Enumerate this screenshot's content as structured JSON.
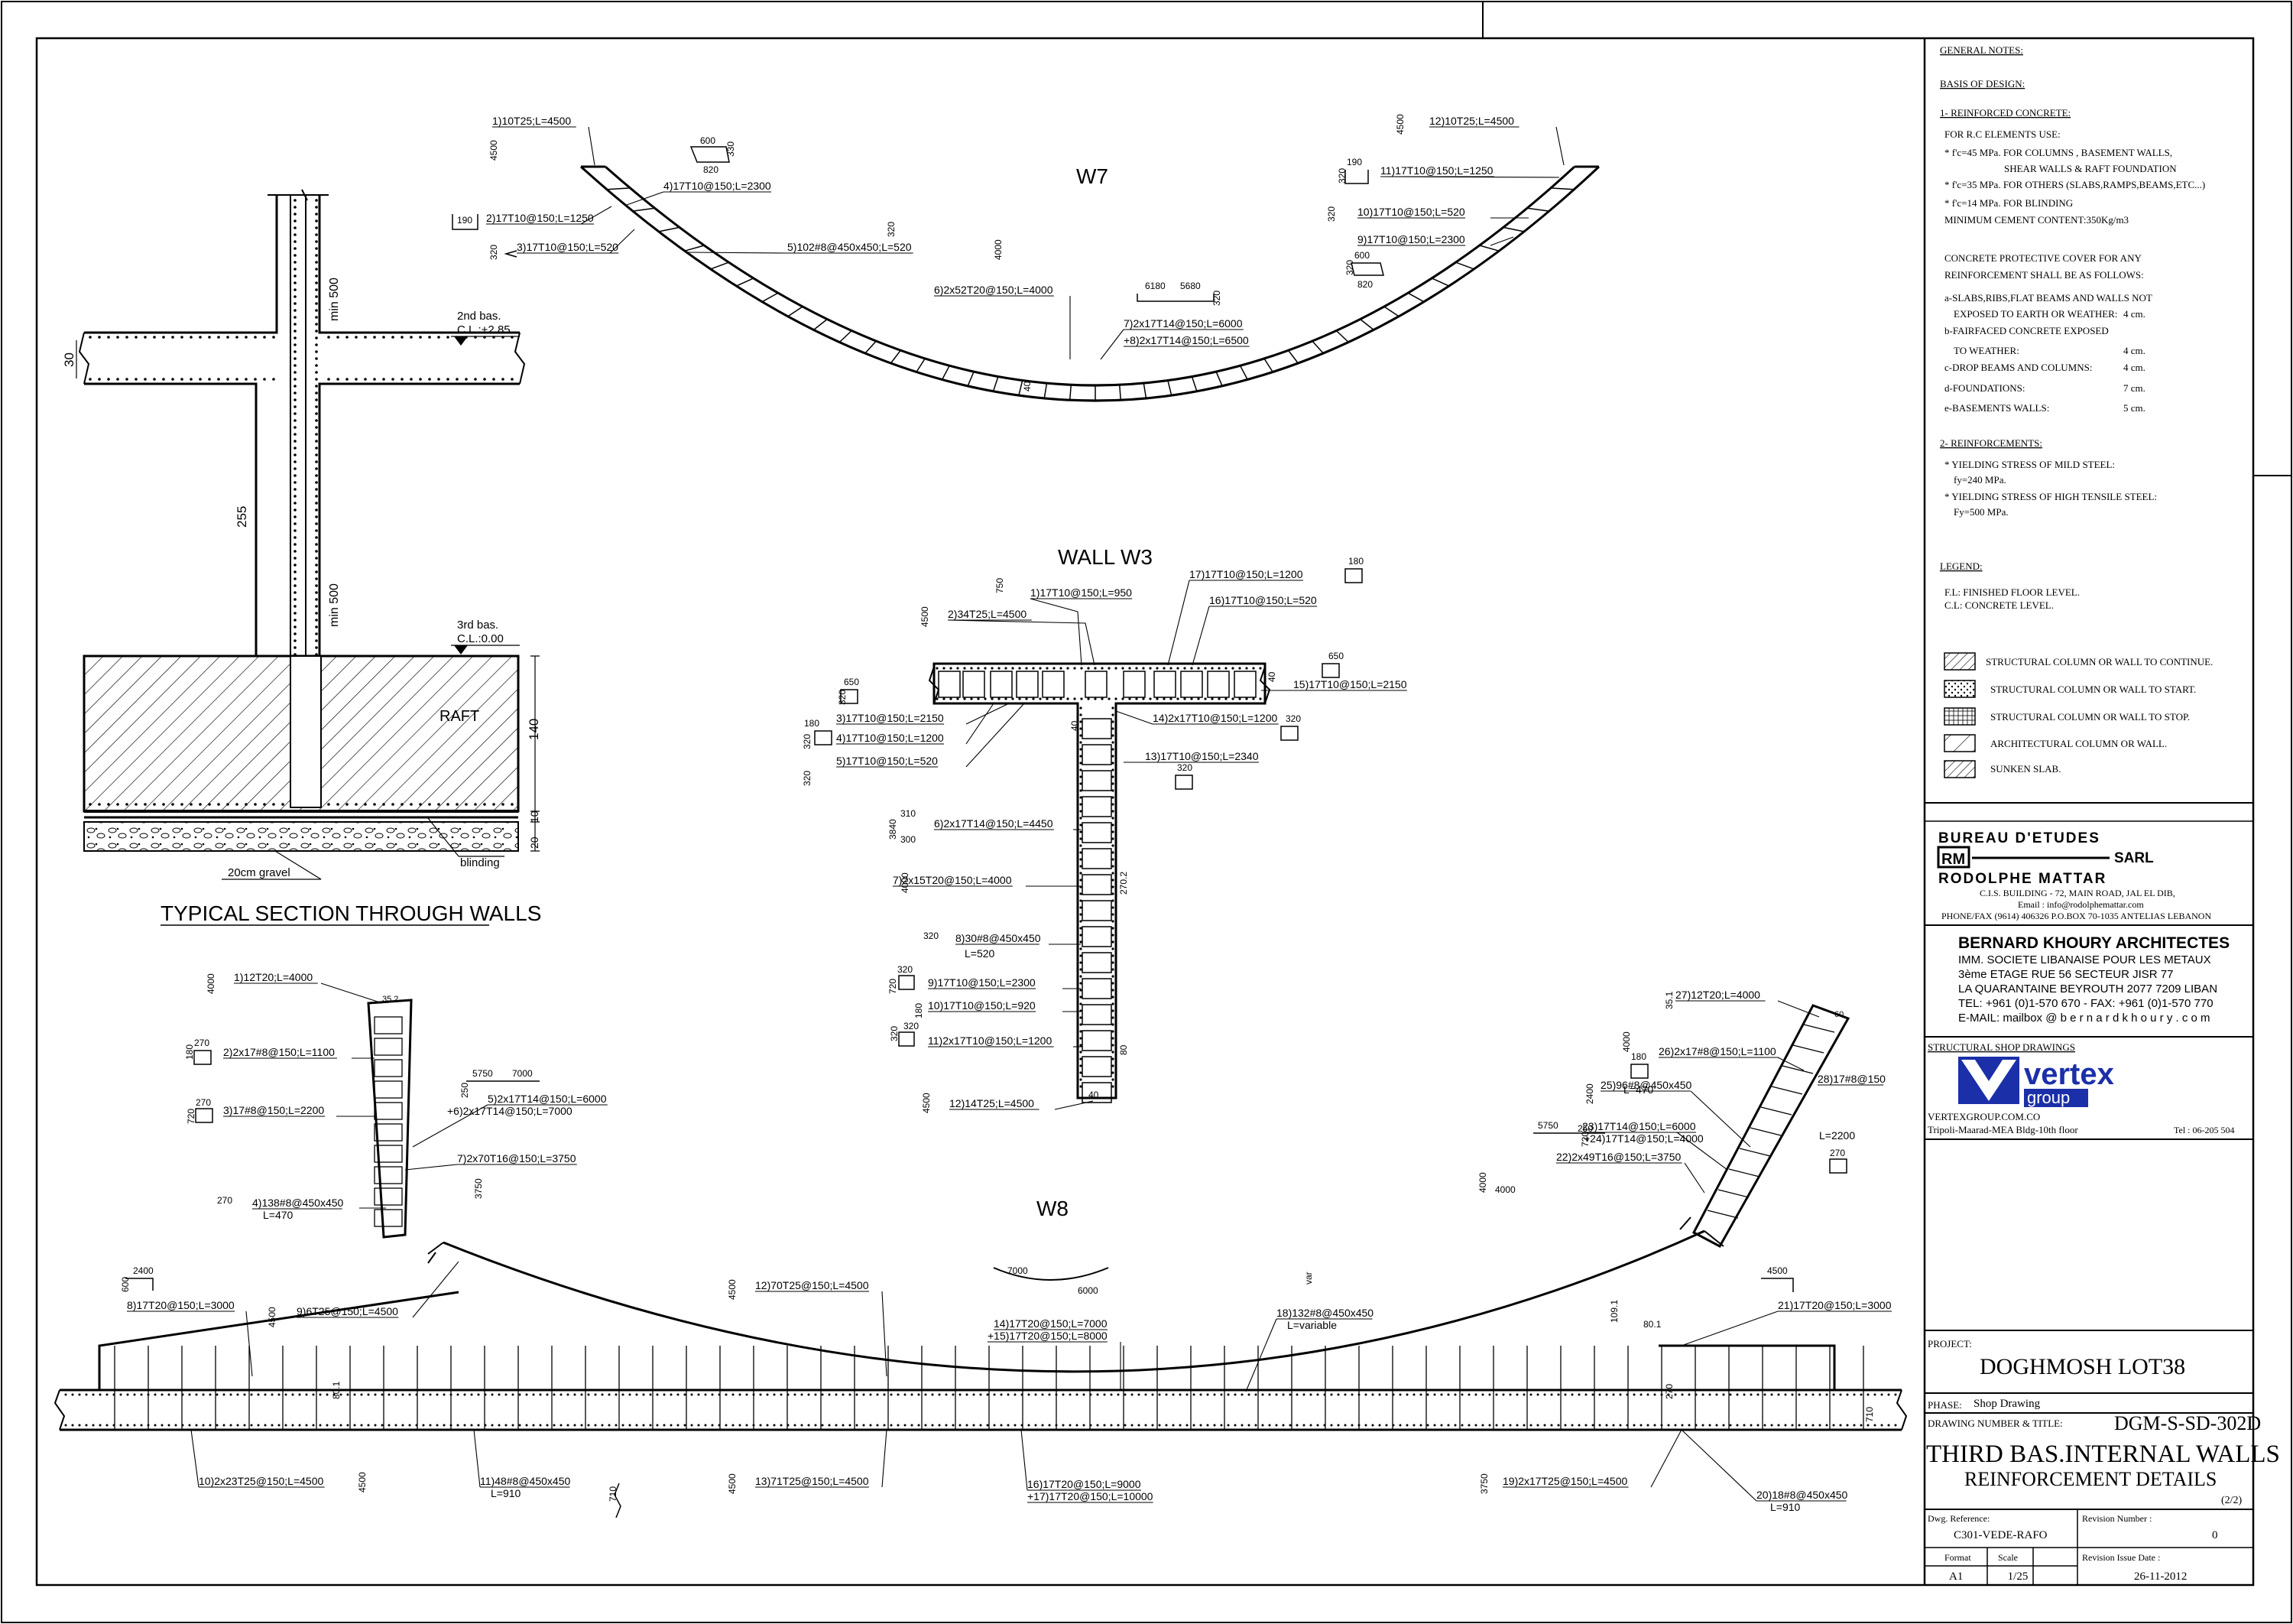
{
  "notes": {
    "general": "GENERAL NOTES:",
    "basis": "BASIS OF DESIGN:",
    "rc_title": "1- REINFORCED CONCRETE:",
    "rc_lines": [
      "FOR  R.C  ELEMENTS USE:",
      "* f'c=45 MPa. FOR COLUMNS , BASEMENT WALLS,",
      "SHEAR WALLS & RAFT FOUNDATION",
      "* f'c=35 MPa. FOR OTHERS (SLABS,RAMPS,BEAMS,ETC...)",
      "* f'c=14 MPa. FOR BLINDING",
      "MINIMUM CEMENT CONTENT:350Kg/m3"
    ],
    "cover_lines": [
      "CONCRETE PROTECTIVE COVER FOR ANY",
      "REINFORCEMENT SHALL BE AS FOLLOWS:"
    ],
    "cover_items": [
      {
        "label": "a-SLABS,RIBS,FLAT BEAMS AND WALLS NOT",
        "value": ""
      },
      {
        "label": "EXPOSED TO EARTH OR WEATHER:",
        "value": "4 cm."
      },
      {
        "label": "b-FAIRFACED CONCRETE EXPOSED",
        "value": ""
      },
      {
        "label": "TO WEATHER:",
        "value": "4 cm."
      },
      {
        "label": "c-DROP BEAMS AND COLUMNS:",
        "value": "4 cm."
      },
      {
        "label": "d-FOUNDATIONS:",
        "value": "7 cm."
      },
      {
        "label": "e-BASEMENTS WALLS:",
        "value": "5 cm."
      }
    ],
    "reinf_title": "2- REINFORCEMENTS:",
    "reinf_lines": [
      "* YIELDING STRESS OF MILD STEEL:",
      "fy=240 MPa.",
      "* YIELDING STRESS OF HIGH TENSILE STEEL:",
      "Fy=500 MPa."
    ],
    "legend_title": "LEGEND:",
    "legend_lines": [
      "F.L: FINISHED FLOOR LEVEL.",
      "C.L: CONCRETE LEVEL."
    ],
    "hatch_legend": [
      "STRUCTURAL COLUMN OR WALL TO CONTINUE.",
      "STRUCTURAL COLUMN OR WALL TO START.",
      "STRUCTURAL COLUMN OR WALL TO STOP.",
      "ARCHITECTURAL COLUMN OR WALL.",
      "SUNKEN SLAB."
    ]
  },
  "titleblock": {
    "bureau": "BUREAU  D'ETUDES",
    "sarl": "SARL",
    "engineer": "RODOLPHE MATTAR",
    "eng_address": "C.I.S. BUILDING - 72, MAIN ROAD, JAL EL DIB,",
    "eng_email": "Email : info@rodolphemattar.com",
    "eng_phone": "PHONE/FAX (9614) 406326 P.O.BOX 70-1035 ANTELIAS LEBANON",
    "architect": "BERNARD KHOURY ARCHITECTES",
    "arch_lines": [
      "IMM.  SOCIETE LIBANAISE POUR LES METAUX",
      "3ème ETAGE        RUE 56      SECTEUR JISR 77",
      "LA QUARANTAINE BEYROUTH 2077 7209 LIBAN",
      "TEL: +961 (0)1-570 670  -  FAX: +961 (0)1-570 770",
      "E-MAIL:   mailbox @ b e r n a r d k h o u r y . c o m"
    ],
    "shop_label": "STRUCTURAL SHOP DRAWINGS",
    "vertex_1": "vertex",
    "vertex_2": "group",
    "vertex_web": "VERTEXGROUP.COM.CO",
    "vertex_addr": "Tripoli-Maarad-MEA Bldg-10th floor",
    "vertex_tel": "Tel : 06-205 504",
    "project_label": "PROJECT:",
    "project": "DOGHMOSH LOT38",
    "phase_label": "PHASE:",
    "phase": "Shop Drawing",
    "dn_label": "DRAWING NUMBER & TITLE:",
    "drawing_number": "DGM-S-SD-302D",
    "title_1": "THIRD BAS.INTERNAL WALLS",
    "title_2": "REINFORCEMENT DETAILS",
    "sheet": "(2/2)",
    "dwg_ref_label": "Dwg. Reference:",
    "dwg_ref": "C301-VEDE-RAFO",
    "rev_label": "Revision Number :",
    "rev": "0",
    "format_label": "Format",
    "format": "A1",
    "scale_label": "Scale",
    "scale": "1/25",
    "date_label": "Revision Issue Date :",
    "date": "26-11-2012"
  },
  "section": {
    "title": "TYPICAL SECTION THROUGH WALLS",
    "bas2": "2nd bas.",
    "cl_285": "C.L.:+2.85",
    "bas3": "3rd bas.",
    "cl_000": "C.L.:0.00",
    "raft": "RAFT",
    "blinding": "blinding",
    "gravel": "20cm  gravel",
    "min500a": "min 500",
    "min500b": "min 500",
    "d30": "30",
    "d255": "255",
    "d140": "140",
    "d20a": "20",
    "d10": "10"
  },
  "w7": {
    "title": "W7",
    "labels": [
      "1)10T25;L=4500",
      "2)17T10@150;L=1250",
      "3)17T10@150;L=520",
      "4)17T10@150;L=2300",
      "5)102#8@450x450;L=520",
      "6)2x52T20@150;L=4000",
      "7)2x17T14@150;L=6000",
      "+8)2x17T14@150;L=6500",
      "12)10T25;L=4500",
      "11)17T10@150;L=1250",
      "10)17T10@150;L=520",
      "9)17T10@150;L=2300"
    ],
    "dims": [
      "4500",
      "190",
      "320",
      "320",
      "600",
      "330",
      "820",
      "320",
      "4000",
      "6180",
      "5680",
      "320",
      "40",
      "4500",
      "190",
      "320",
      "320",
      "600",
      "320",
      "820"
    ]
  },
  "w3": {
    "title": "WALL W3",
    "labels": [
      "1)17T10@150;L=950",
      "2)34T25;L=4500",
      "17)17T10@150;L=1200",
      "16)17T10@150;L=520",
      "15)17T10@150;L=2150",
      "14)2x17T10@150;L=1200",
      "13)17T10@150;L=2340",
      "3)17T10@150;L=2150",
      "4)17T10@150;L=1200",
      "5)17T10@150;L=520",
      "6)2x17T14@150;L=4450",
      "7)2x15T20@150;L=4000",
      "8)30#8@450x450",
      "L=520",
      "9)17T10@150;L=2300",
      "10)17T10@150;L=920",
      "11)2x17T10@150;L=1200",
      "12)14T25;L=4500"
    ],
    "dims": [
      "750",
      "4500",
      "180",
      "650",
      "650",
      "320",
      "180",
      "320",
      "320",
      "3840",
      "310",
      "300",
      "4000",
      "320",
      "320",
      "720",
      "180",
      "320",
      "4500",
      "40",
      "40",
      "40",
      "80",
      "270.2"
    ]
  },
  "w8": {
    "title": "W8",
    "labels": [
      "1)12T20;L=4000",
      "2)2x17#8@150;L=1100",
      "3)17#8@150;L=2200",
      "5)2x17T14@150;L=6000",
      "+6)2x17T14@150;L=7000",
      "7)2x70T16@150;L=3750",
      "4)138#8@450x450",
      "L=470",
      "8)17T20@150;L=3000",
      "9)6T25@150;L=4500",
      "10)2x23T25@150;L=4500",
      "11)48#8@450x450",
      "L=910",
      "12)70T25@150;L=4500",
      "13)71T25@150;L=4500",
      "14)17T20@150;L=7000",
      "+15)17T20@150;L=8000",
      "16)17T20@150;L=9000",
      "+17)17T20@150;L=10000",
      "18)132#8@450x450",
      "L=variable",
      "19)2x17T25@150;L=4500",
      "20)18#8@450x450",
      "L=910",
      "21)17T20@150;L=3000",
      "22)2x49T16@150;L=3750",
      "23)17T14@150;L=6000",
      "+24)17T14@150;L=4000",
      "25)96#8@450x450",
      "L=470",
      "26)2x17#8@150;L=1100",
      "27)12T20;L=4000",
      "28)17#8@150",
      "L=2200"
    ],
    "dims": [
      "4000",
      "35.2",
      "180",
      "270",
      "720",
      "270",
      "5750",
      "7000",
      "250",
      "270",
      "3750",
      "2400",
      "600",
      "4500",
      "80.1",
      "4500",
      "710",
      "7000",
      "6000",
      "var",
      "4500",
      "4500",
      "3750",
      "4000",
      "5750",
      "250",
      "720",
      "2400",
      "4500",
      "109.1",
      "80.1",
      "270",
      "270",
      "180",
      "4000",
      "35.1",
      "60",
      "710"
    ]
  }
}
